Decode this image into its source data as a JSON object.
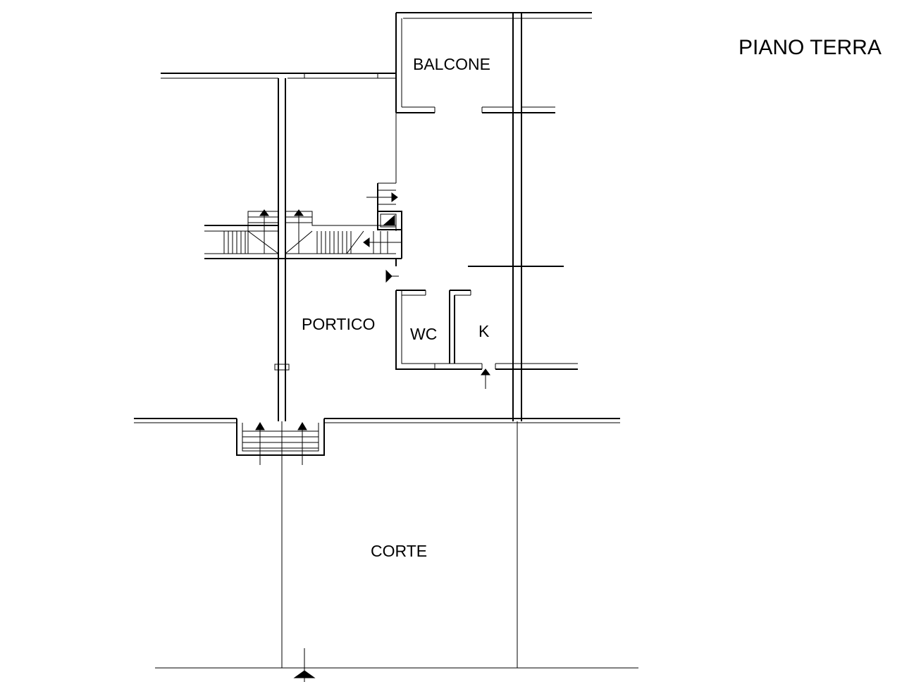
{
  "title": "PIANO TERRA",
  "rooms": {
    "balcone": "BALCONE",
    "portico": "PORTICO",
    "wc": "WC",
    "kitchen": "K",
    "corte": "CORTE"
  }
}
